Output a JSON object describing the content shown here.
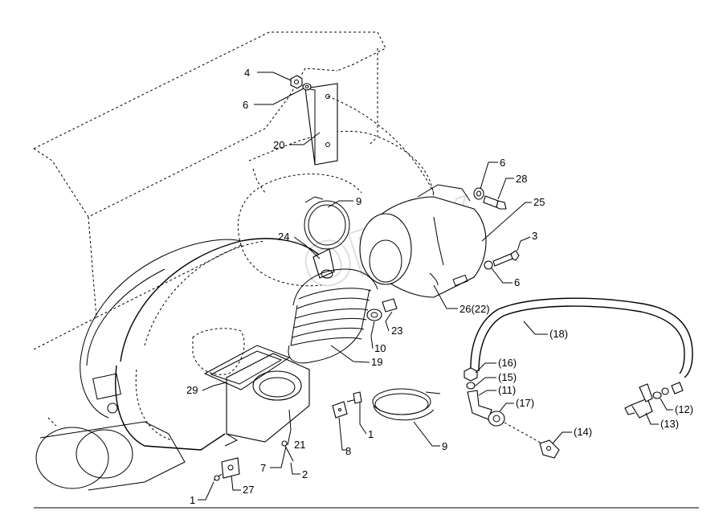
{
  "diagram": {
    "watermark": "OREX",
    "callouts": [
      {
        "id": "c-4",
        "text": "4"
      },
      {
        "id": "c-6a",
        "text": "6"
      },
      {
        "id": "c-20",
        "text": "20"
      },
      {
        "id": "c-9a",
        "text": "9"
      },
      {
        "id": "c-24",
        "text": "24"
      },
      {
        "id": "c-6b",
        "text": "6"
      },
      {
        "id": "c-28",
        "text": "28"
      },
      {
        "id": "c-25",
        "text": "25"
      },
      {
        "id": "c-3",
        "text": "3"
      },
      {
        "id": "c-6c",
        "text": "6"
      },
      {
        "id": "c-26",
        "text": "26(22)"
      },
      {
        "id": "c-23",
        "text": "23"
      },
      {
        "id": "c-10",
        "text": "10"
      },
      {
        "id": "c-19",
        "text": "19"
      },
      {
        "id": "c-18",
        "text": "(18)"
      },
      {
        "id": "c-16",
        "text": "(16)"
      },
      {
        "id": "c-15",
        "text": "(15)"
      },
      {
        "id": "c-11",
        "text": "(11)"
      },
      {
        "id": "c-17",
        "text": "(17)"
      },
      {
        "id": "c-12",
        "text": "(12)"
      },
      {
        "id": "c-13",
        "text": "(13)"
      },
      {
        "id": "c-14",
        "text": "(14)"
      },
      {
        "id": "c-29",
        "text": "29"
      },
      {
        "id": "c-21",
        "text": "21"
      },
      {
        "id": "c-8",
        "text": "8"
      },
      {
        "id": "c-1a",
        "text": "1"
      },
      {
        "id": "c-9b",
        "text": "9"
      },
      {
        "id": "c-7",
        "text": "7"
      },
      {
        "id": "c-2",
        "text": "2"
      },
      {
        "id": "c-27",
        "text": "27"
      },
      {
        "id": "c-1b",
        "text": "1"
      }
    ]
  }
}
